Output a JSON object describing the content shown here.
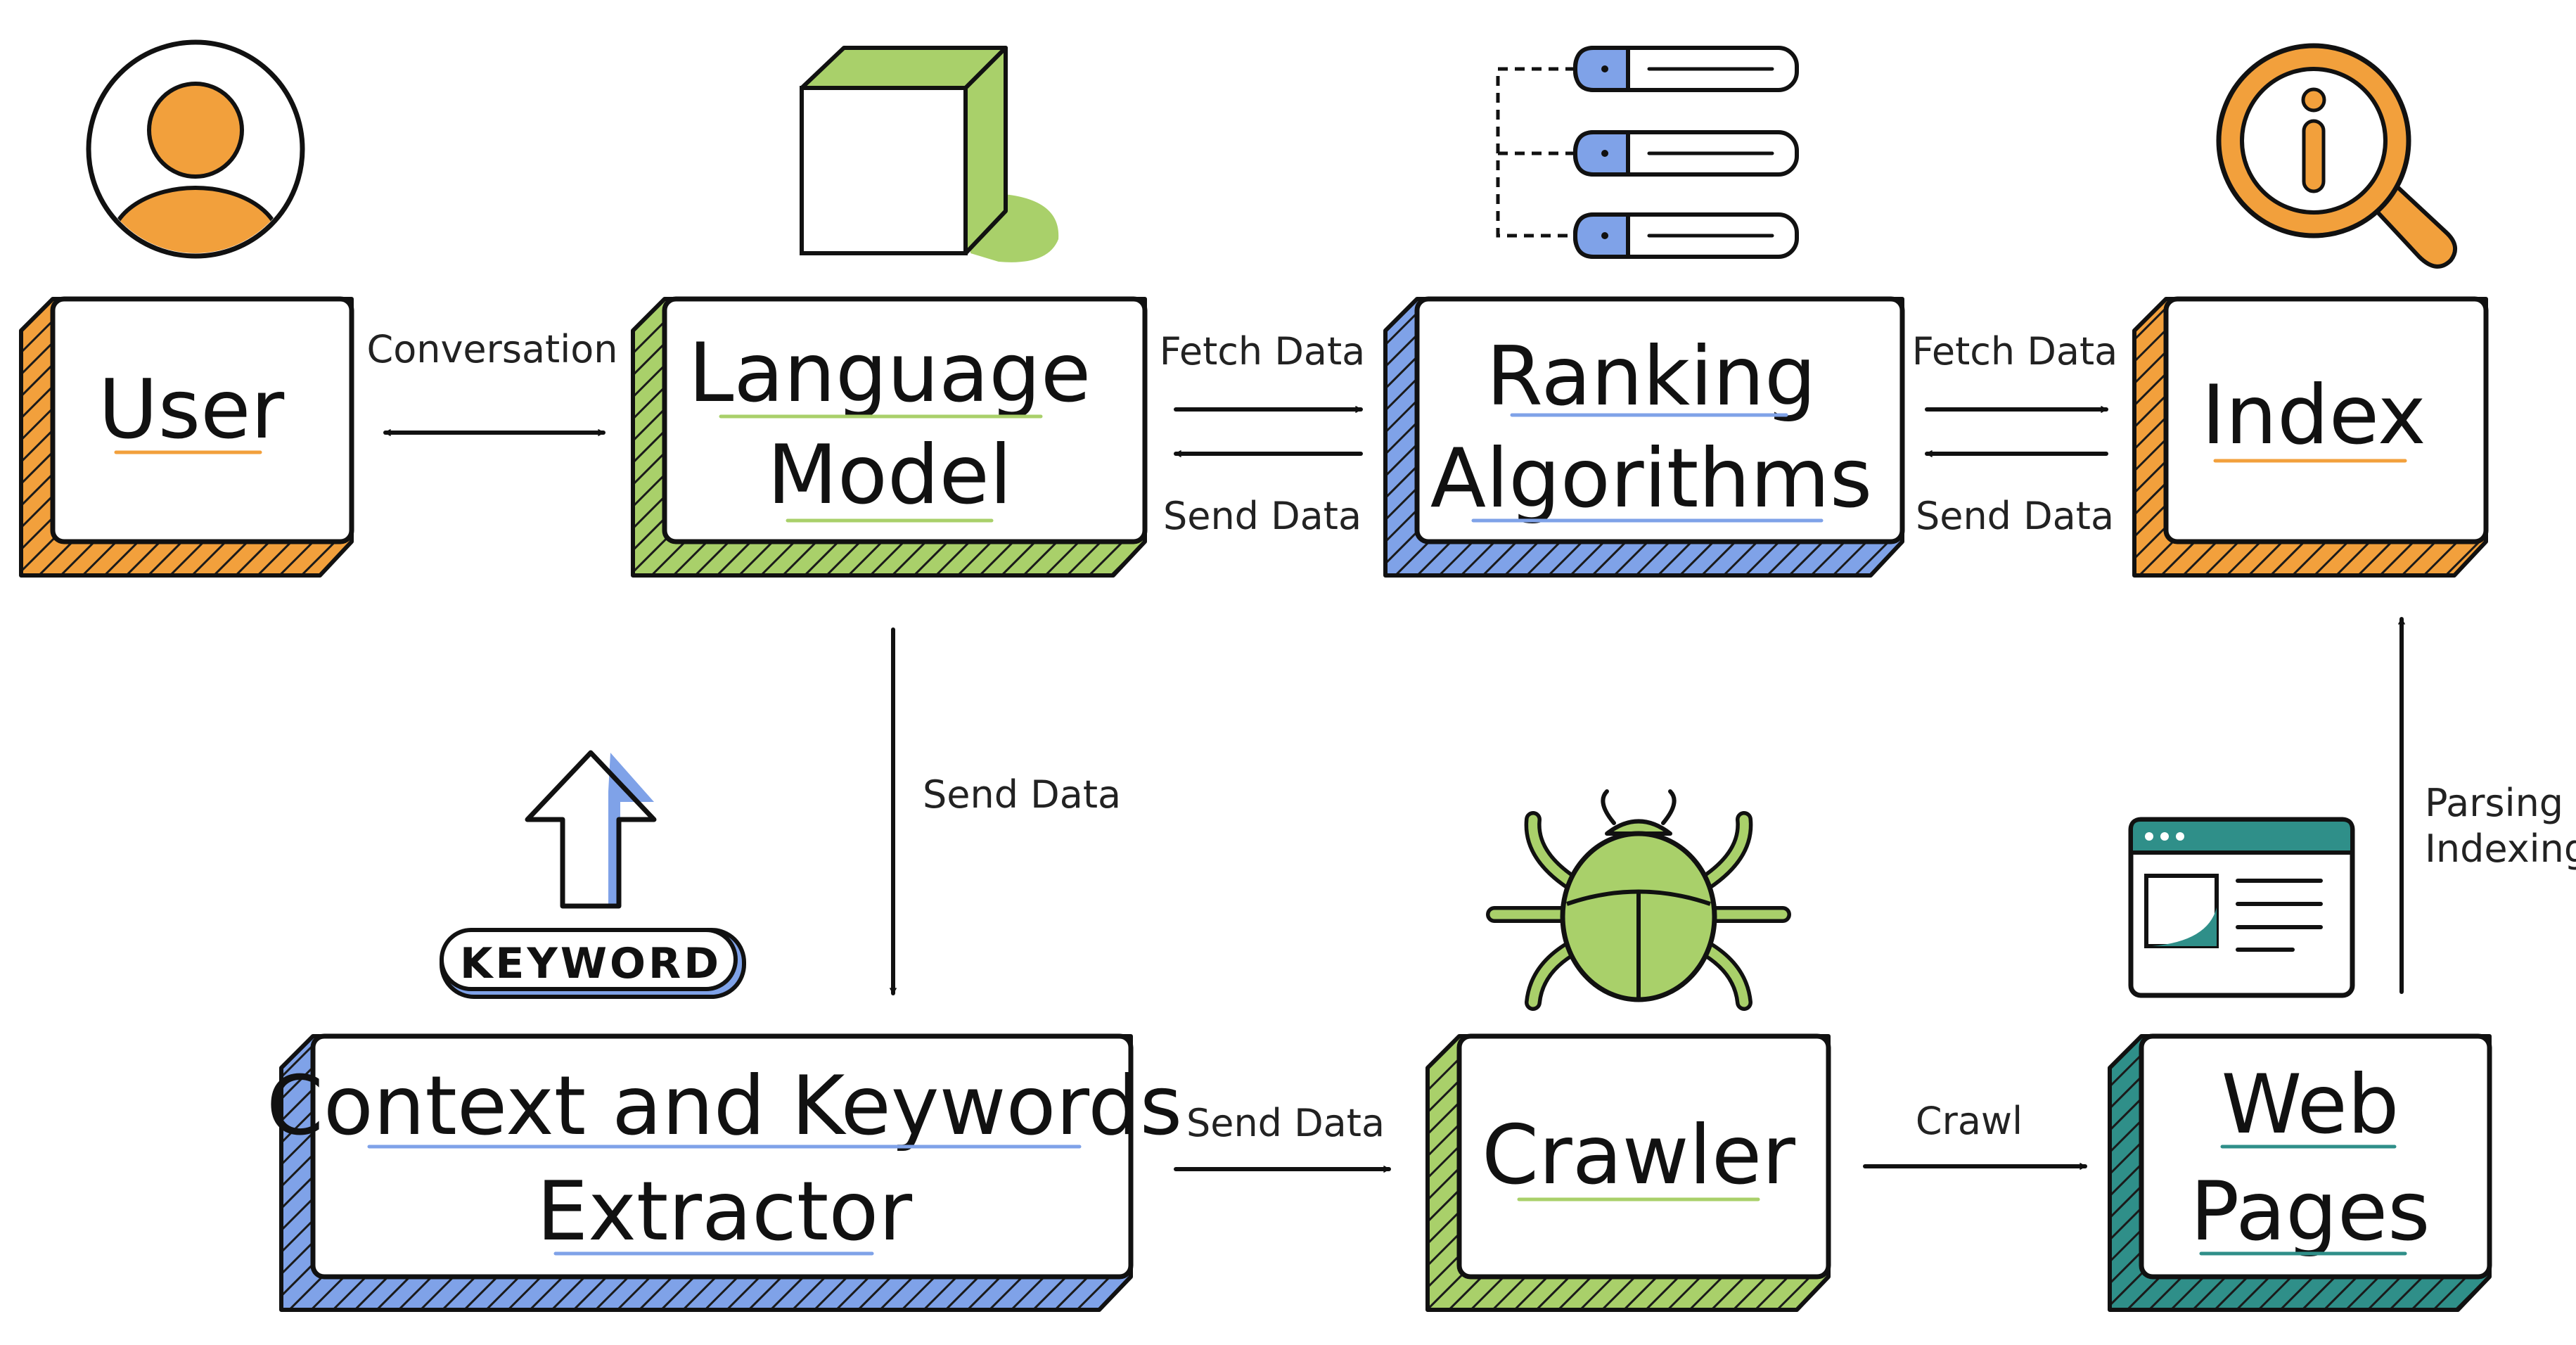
{
  "nodes": {
    "user": {
      "label": "User",
      "color": "#f2a03c"
    },
    "language_model": {
      "line1": "Language",
      "line2": "Model",
      "color": "#a9d06a"
    },
    "ranking": {
      "line1": "Ranking",
      "line2": "Algorithms",
      "color": "#7fa2e8"
    },
    "index": {
      "label": "Index",
      "color": "#f2a03c"
    },
    "extractor": {
      "line1": "Context and Keywords",
      "line2": "Extractor",
      "color": "#7fa2e8"
    },
    "crawler": {
      "label": "Crawler",
      "color": "#a9d06a"
    },
    "web_pages": {
      "line1": "Web",
      "line2": "Pages",
      "color": "#2f8f89"
    }
  },
  "edges": {
    "conversation": "Conversation",
    "lm_fetch": "Fetch Data",
    "lm_send": "Send Data",
    "rank_fetch": "Fetch Data",
    "rank_send": "Send Data",
    "lm_to_extractor": "Send Data",
    "extractor_to_crawler": "Send Data",
    "crawl": "Crawl",
    "parsing_line1": "Parsing &",
    "parsing_line2": "Indexing"
  },
  "keyword_tag": "KEYWORD",
  "icons": {
    "user": "person-avatar-icon",
    "language_model": "cube-icon",
    "ranking": "list-stack-icon",
    "index": "magnifier-info-icon",
    "extractor": "keyword-tag-icon",
    "crawler": "bug-icon",
    "web_pages": "browser-window-icon"
  },
  "colors": {
    "orange": "#f2a03c",
    "green": "#a9d06a",
    "blue": "#7fa2e8",
    "teal": "#2f8f89",
    "ink": "#111111"
  }
}
